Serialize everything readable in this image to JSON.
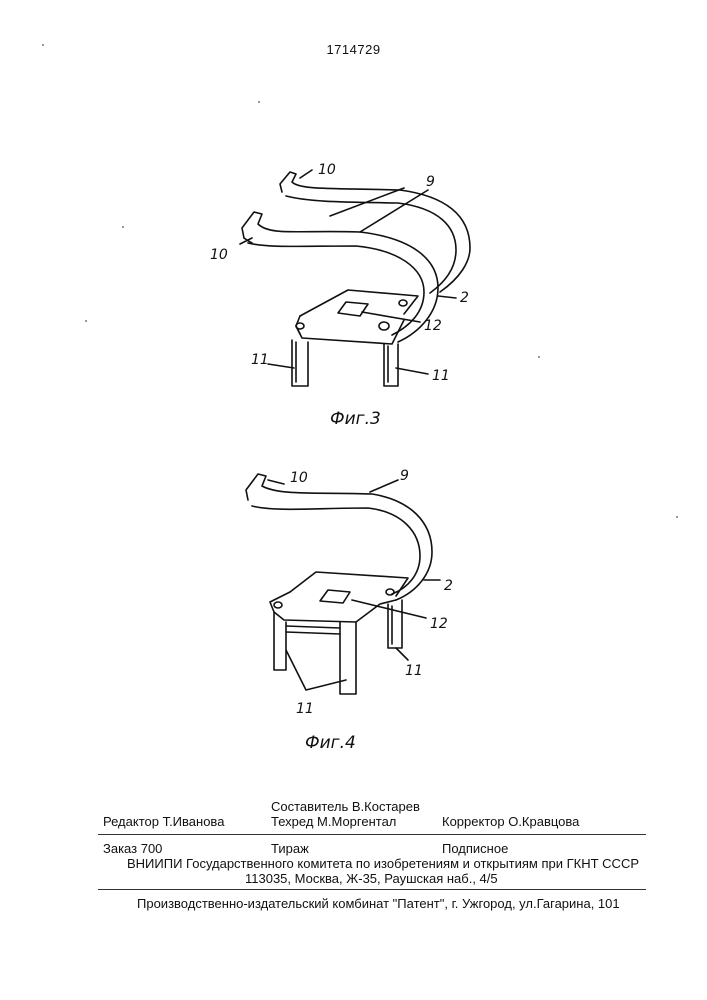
{
  "patent_number": "1714729",
  "figure3": {
    "caption": "Фиг.3",
    "labels": {
      "hook_top": "10",
      "hook_left": "10",
      "strips": "9",
      "body": "2",
      "hole": "12",
      "leg_left": "11",
      "leg_right": "11"
    }
  },
  "figure4": {
    "caption": "Фиг.4",
    "labels": {
      "hook": "10",
      "strip": "9",
      "body": "2",
      "hole": "12",
      "leg_right": "11",
      "legs_bottom": "11"
    }
  },
  "imprint": {
    "editor": "Редактор  Т.Иванова",
    "compiler": "Составитель  В.Костарев",
    "techred": "Техред М.Моргентал",
    "corrector": "Корректор  О.Кравцова",
    "order": "Заказ  700",
    "circulation": "Тираж",
    "subscription": "Подписное",
    "institute": "ВНИИПИ Государственного комитета по изобретениям и открытиям при ГКНТ СССР",
    "address": "113035, Москва, Ж-35, Раушская наб., 4/5",
    "printer": "Производственно-издательский комбинат \"Патент\", г. Ужгород, ул.Гагарина, 101"
  }
}
